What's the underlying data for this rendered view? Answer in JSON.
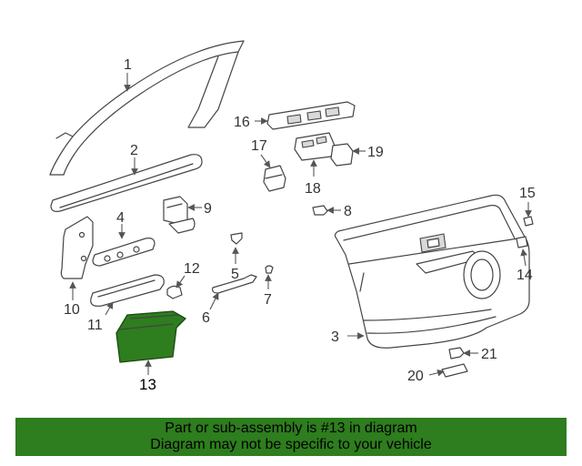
{
  "diagram": {
    "highlight_color": "#2e7d1e",
    "highlighted_part": "13",
    "callouts": [
      "1",
      "2",
      "3",
      "4",
      "5",
      "6",
      "7",
      "8",
      "9",
      "10",
      "11",
      "12",
      "13",
      "14",
      "15",
      "16",
      "17",
      "18",
      "19",
      "20",
      "21"
    ]
  },
  "banner": {
    "line1": "Part or sub-assembly is #13 in diagram",
    "line2": "Diagram may not be specific to your vehicle"
  }
}
